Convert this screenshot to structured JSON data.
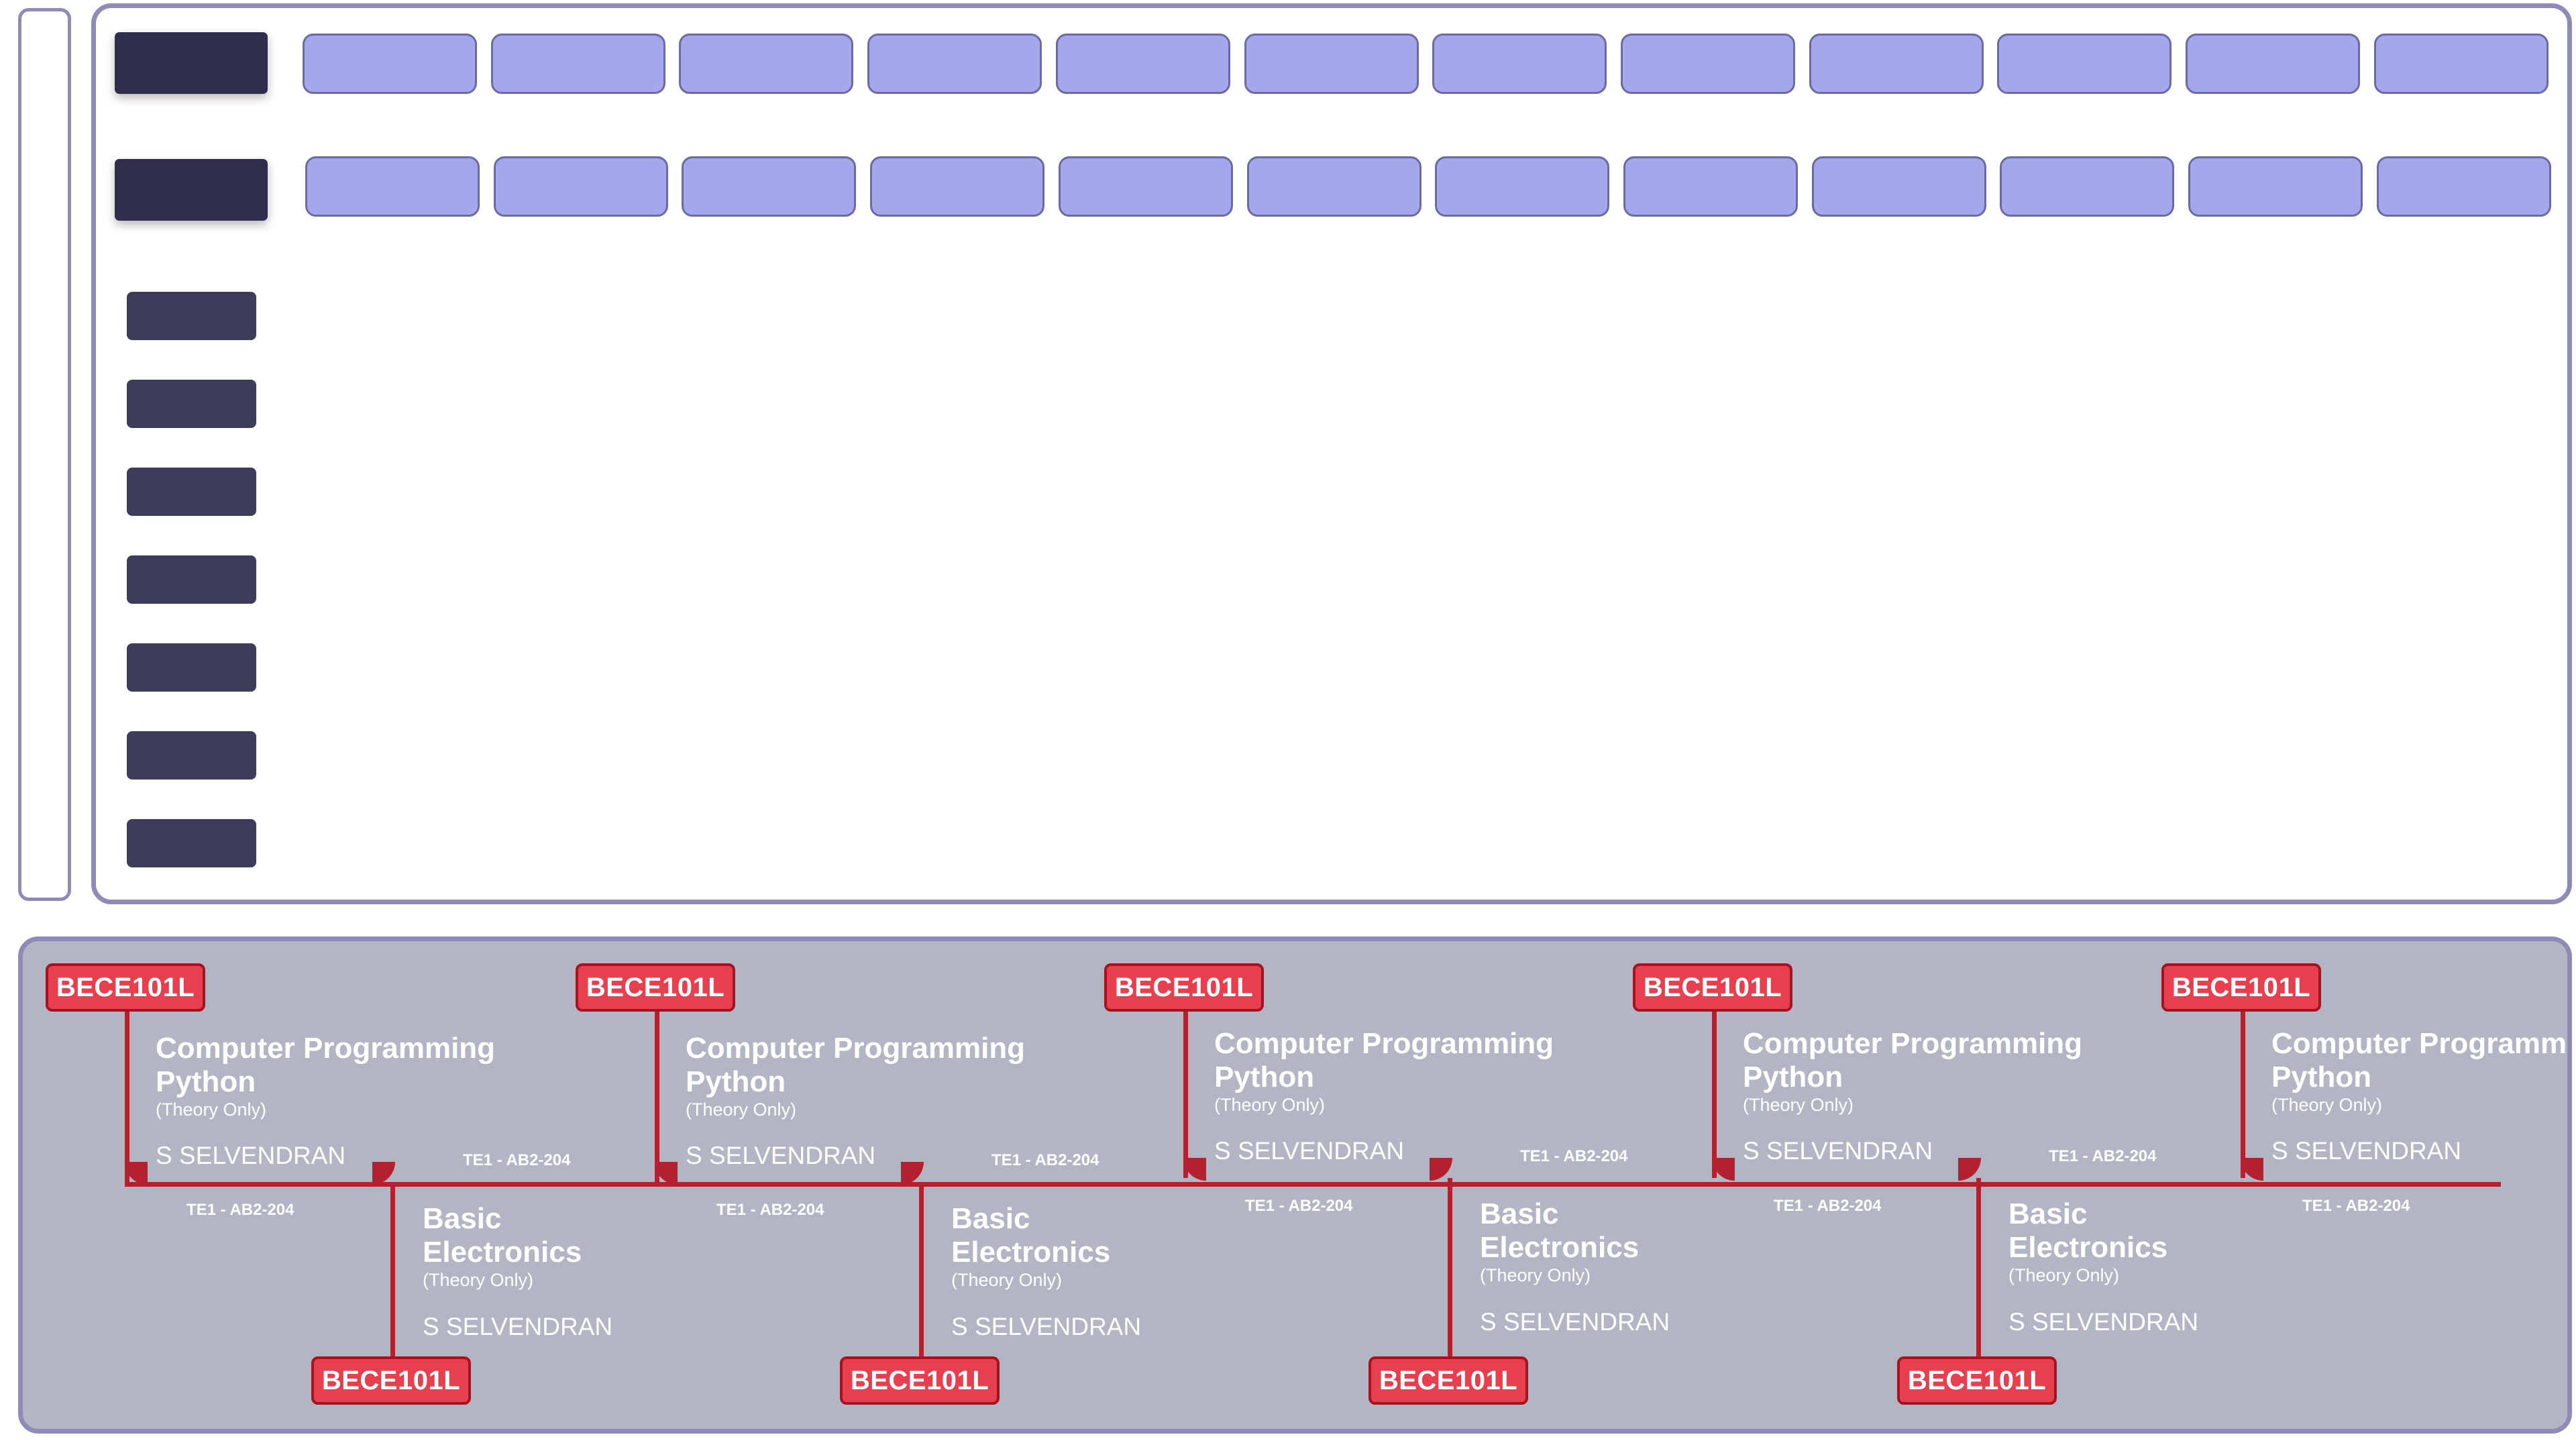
{
  "colors": {
    "panel_border": "#8f8bb8",
    "row_header": "#2e2f4f",
    "slot_fill": "#a5a7ec",
    "slot_border": "#6b6aa3",
    "side_button": "#3c3d5a",
    "timeline_bg": "#b2b6c4",
    "timeline_line": "#b3202e",
    "badge_fill": "#e73f4e",
    "badge_border": "#a5131f"
  },
  "timeline": {
    "upper": [
      {
        "code": "BECE101L",
        "title": "Computer Programming Python",
        "type": "(Theory Only)",
        "faculty": "S SELVENDRAN",
        "room": "TE1 - AB2-204"
      },
      {
        "code": "BECE101L",
        "title": "Computer Programming Python",
        "type": "(Theory Only)",
        "faculty": "S SELVENDRAN",
        "room": "TE1 - AB2-204"
      },
      {
        "code": "BECE101L",
        "title": "Computer Programming Python",
        "type": "(Theory Only)",
        "faculty": "S SELVENDRAN",
        "room": "TE1 - AB2-204"
      },
      {
        "code": "BECE101L",
        "title": "Computer Programming Python",
        "type": "(Theory Only)",
        "faculty": "S SELVENDRAN",
        "room": "TE1 - AB2-204"
      },
      {
        "code": "BECE101L",
        "title": "Computer Programming Python",
        "type": "(Theory Only)",
        "faculty": "S SELVENDRAN",
        "room": "TE1 - AB2-204"
      }
    ],
    "lower": [
      {
        "code": "BECE101L",
        "title": "Basic Electronics",
        "type": "(Theory Only)",
        "faculty": "S SELVENDRAN",
        "room": "TE1 - AB2-204"
      },
      {
        "code": "BECE101L",
        "title": "Basic Electronics",
        "type": "(Theory Only)",
        "faculty": "S SELVENDRAN",
        "room": "TE1 - AB2-204"
      },
      {
        "code": "BECE101L",
        "title": "Basic Electronics",
        "type": "(Theory Only)",
        "faculty": "S SELVENDRAN",
        "room": "TE1 - AB2-204"
      },
      {
        "code": "BECE101L",
        "title": "Basic Electronics",
        "type": "(Theory Only)",
        "faculty": "S SELVENDRAN",
        "room": "TE1 - AB2-204"
      }
    ]
  }
}
